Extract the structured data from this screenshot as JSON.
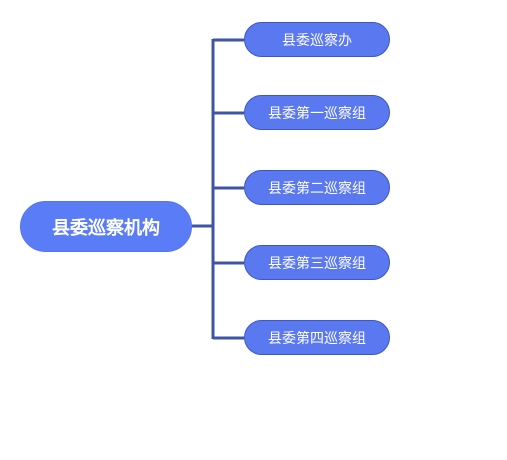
{
  "root": {
    "label": "县委巡察机构"
  },
  "children": [
    {
      "label": "县委巡察办"
    },
    {
      "label": "县委第一巡察组"
    },
    {
      "label": "县委第二巡察组"
    },
    {
      "label": "县委第三巡察组"
    },
    {
      "label": "县委第四巡察组"
    }
  ],
  "colors": {
    "node_fill": "#5a78f0",
    "root_fill": "#5b7cf7",
    "connector": "#3f54a6",
    "text": "#ffffff"
  }
}
